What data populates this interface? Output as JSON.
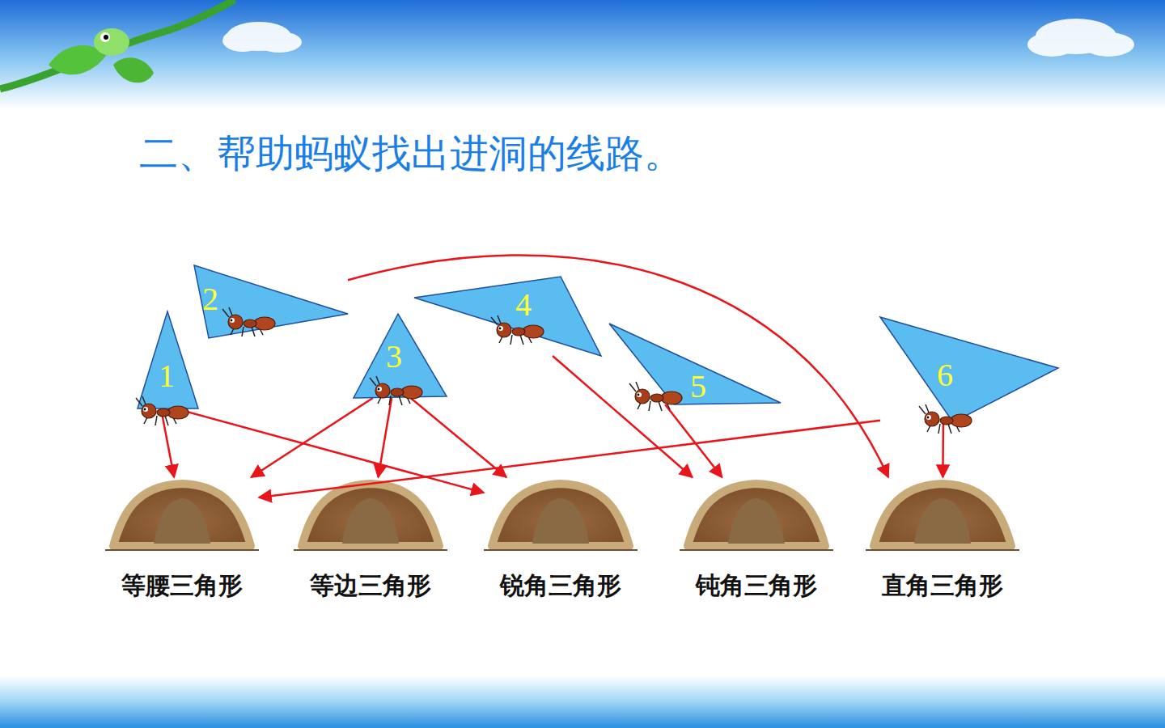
{
  "diagram": {
    "title": "二、帮助蚂蚁找出进洞的线路。",
    "nodes": [
      {
        "text": [
          "1"
        ]
      },
      {
        "text": [
          "2"
        ]
      },
      {
        "text": [
          "3"
        ]
      },
      {
        "text": [
          "4"
        ]
      },
      {
        "text": [
          "5"
        ]
      },
      {
        "text": [
          "6"
        ]
      },
      {
        "text": [
          "等腰三角形"
        ]
      },
      {
        "text": [
          "等边三角形"
        ]
      },
      {
        "text": [
          "锐角三角形"
        ]
      },
      {
        "text": [
          "钝角三角形"
        ]
      },
      {
        "text": [
          "直角三角形"
        ]
      }
    ],
    "edges": [
      {
        "from": 0,
        "to": 6,
        "arrow": "to"
      },
      {
        "from": 0,
        "to": 8,
        "arrow": "to"
      },
      {
        "from": 1,
        "to": 10,
        "arrow": "to"
      },
      {
        "from": 2,
        "to": 6,
        "arrow": "to"
      },
      {
        "from": 2,
        "to": 7,
        "arrow": "to"
      },
      {
        "from": 2,
        "to": 8,
        "arrow": "to"
      },
      {
        "from": 3,
        "to": 9,
        "arrow": "to"
      },
      {
        "from": 4,
        "to": 9,
        "arrow": "to"
      },
      {
        "from": 5,
        "to": 6,
        "arrow": "to"
      },
      {
        "from": 5,
        "to": 10,
        "arrow": "to"
      }
    ]
  }
}
